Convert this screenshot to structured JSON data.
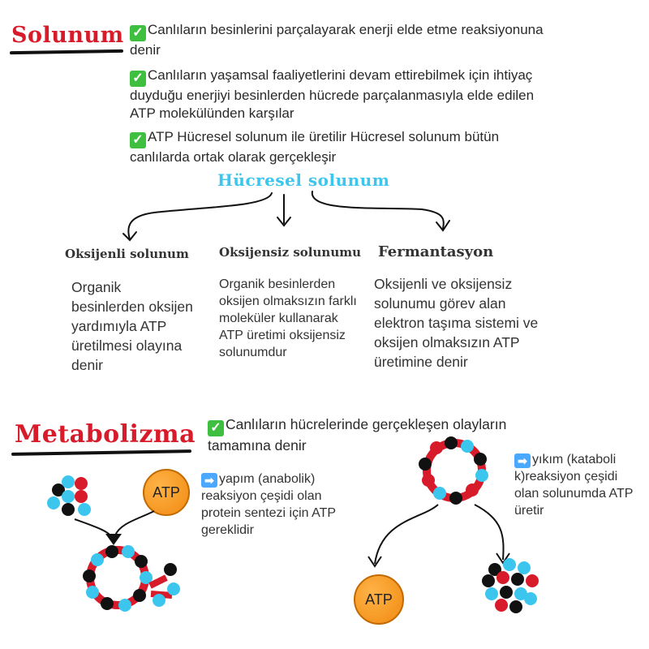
{
  "solunum": {
    "heading": "Solunum",
    "bullets": [
      "Canlıların besinlerini parçalayarak enerji elde etme reaksiyonuna denir",
      "Canlıların yaşamsal faaliyetlerini devam ettirebilmek için ihtiyaç duyduğu enerjiyi besinlerden hücrede parçalanmasıyla elde edilen ATP molekülünden karşılar",
      "ATP Hücresel solunum ile üretilir Hücresel solunum bütün canlılarda ortak olarak gerçekleşir"
    ]
  },
  "hucresel": {
    "title": "Hücresel solunum",
    "types": [
      {
        "title": "Oksijenli solunum",
        "text": "Organik besinlerden oksijen yardımıyla ATP üretilmesi olayına denir"
      },
      {
        "title": "Oksijensiz solunumu",
        "text": "Organik besinlerden oksijen olmaksızın farklı moleküler kullanarak ATP üretimi oksijensiz solunumdur"
      },
      {
        "title": "Fermantasyon",
        "text": "Oksijenli ve oksijensiz solunumu görev alan elektron taşıma sistemi ve oksijen olmaksızın ATP üretimine denir"
      }
    ]
  },
  "metabolizma": {
    "heading": "Metabolizma",
    "definition": "Canlıların hücrelerinde gerçekleşen olayların tamamına denir",
    "anabolic": "yapım (anabolik) reaksiyon çeşidi olan protein sentezi için ATP gereklidir",
    "catabolic": "yıkım (kataboli k)reaksiyon çeşidi olan solunumda ATP üretir",
    "atp_label": "ATP"
  },
  "icons": {
    "check": "check-mark-icon",
    "arrow": "right-arrow-icon"
  },
  "colors": {
    "heading_red": "#d81b2a",
    "cell_blue": "#3cc6ee",
    "atp_orange": "#f5961e",
    "check_green": "#3fbf3f"
  }
}
